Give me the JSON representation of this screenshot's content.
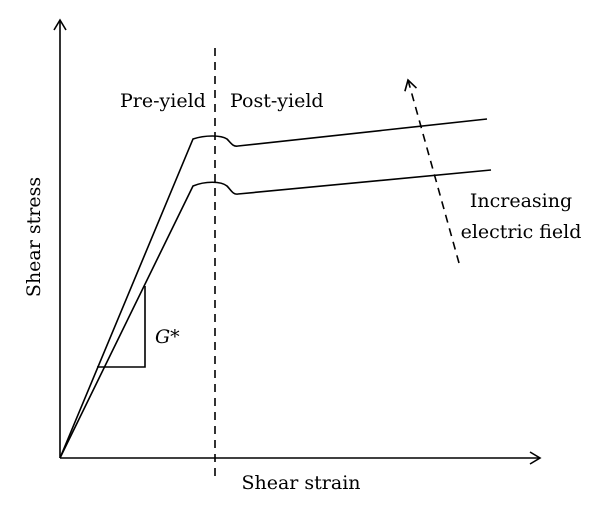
{
  "labels": {
    "y_axis": "Shear stress",
    "x_axis": "Shear strain",
    "pre_yield": "Pre-yield",
    "post_yield": "Post-yield",
    "modulus": "G*",
    "increasing_line1": "Increasing",
    "increasing_line2": "electric field"
  },
  "colors": {
    "stroke": "#000000",
    "background": "#ffffff"
  }
}
